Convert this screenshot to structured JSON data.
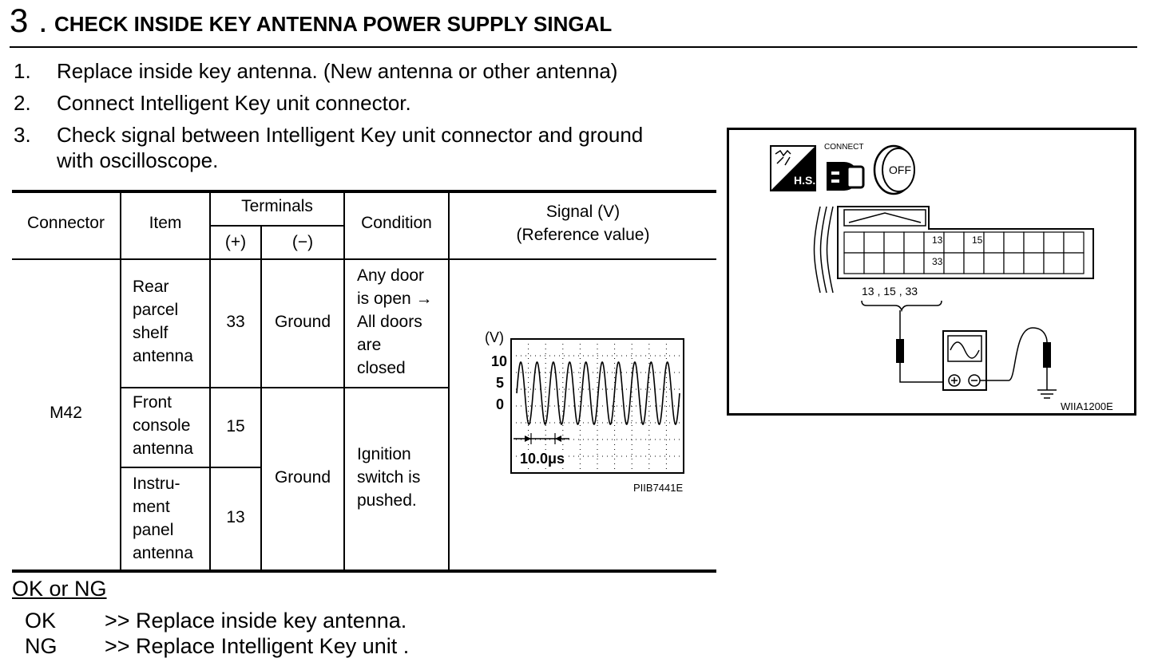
{
  "title": {
    "number": "3",
    "text": "CHECK INSIDE KEY ANTENNA POWER SUPPLY SINGAL"
  },
  "steps": [
    {
      "num": "1.",
      "lines": [
        "Replace inside key antenna. (New antenna or other antenna)"
      ]
    },
    {
      "num": "2.",
      "lines": [
        "Connect Intelligent Key unit connector."
      ]
    },
    {
      "num": "3.",
      "lines": [
        "Check signal between Intelligent Key unit connector and ground",
        "with oscilloscope."
      ]
    }
  ],
  "table": {
    "headers": {
      "connector": "Connector",
      "item": "Item",
      "terminals": "Terminals",
      "plus": "(+)",
      "minus": "(−)",
      "condition": "Condition",
      "signal": [
        "Signal (V)",
        "(Reference value)"
      ]
    },
    "connector": "M42",
    "rows": [
      {
        "item": [
          "Rear",
          "parcel",
          "shelf",
          "antenna"
        ],
        "plus": "33",
        "minus": "Ground"
      },
      {
        "item": [
          "Front",
          "console",
          "antenna"
        ],
        "plus": "15"
      },
      {
        "item": [
          "Instru-",
          "ment",
          "panel",
          "antenna"
        ],
        "plus": "13"
      }
    ],
    "shared_minus": "Ground",
    "conditions": [
      [
        "Any door",
        "is open →",
        "All doors",
        "are",
        "closed"
      ],
      [
        "Ignition",
        "switch is",
        "pushed."
      ]
    ]
  },
  "oscilloscope": {
    "unit": "(V)",
    "ticks": [
      "10",
      "5",
      "0"
    ],
    "time_label": "10.0μs",
    "code": "PIIB7441E",
    "cycles": 10
  },
  "ok_ng": {
    "title": "OK or NG",
    "items": [
      {
        "label": "OK",
        "action": ">> Replace inside key antenna."
      },
      {
        "label": "NG",
        "action": ">> Replace Intelligent Key unit ."
      }
    ]
  },
  "figure": {
    "hs_label": "H.S.",
    "connect_label": "CONNECT",
    "off_label": "OFF",
    "pins": [
      "13",
      "15",
      "33"
    ],
    "pins_caption": "13 , 15 , 33",
    "code": "WIIA1200E"
  }
}
